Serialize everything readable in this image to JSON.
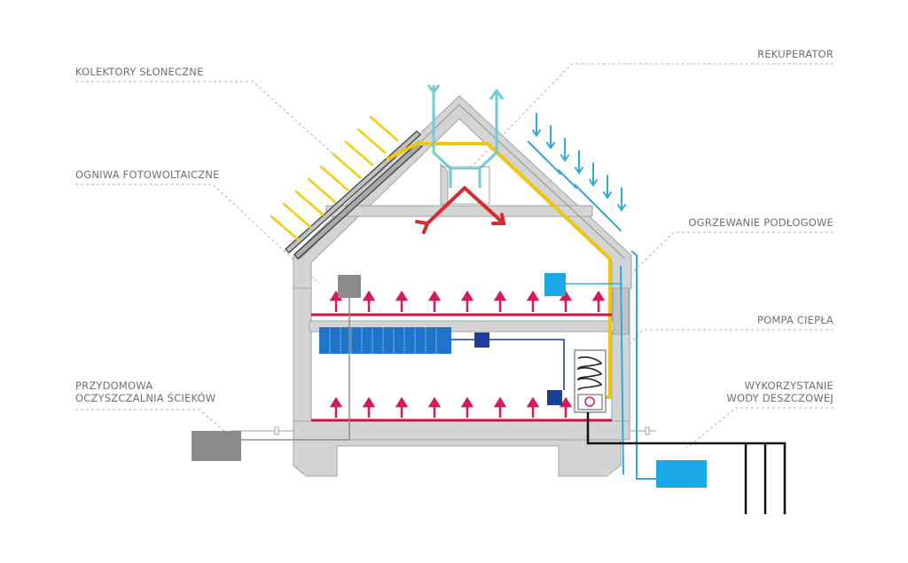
{
  "labels": {
    "solar_collectors": "KOLEKTORY SŁONECZNE",
    "photovoltaic_cells": "OGNIWA FOTOWOLTAICZNE",
    "sewage_plant_line1": "PRZYDOMOWA",
    "sewage_plant_line2": "OCZYSZCZALNIA ŚCIEKÓW",
    "recuperator": "REKUPERATOR",
    "floor_heating": "OGRZEWANIE PODŁOGOWE",
    "heat_pump": "POMPA CIEPŁA",
    "rainwater_line1": "WYKORZYSTANIE",
    "rainwater_line2": "WODY DESZCZOWEJ"
  },
  "colors": {
    "structure": "#d3d5d4",
    "structure_stroke": "#9fa3a2",
    "leader": "#a8a8a8",
    "sun": "#f4cc14",
    "solar_pipe": "#f2c50d",
    "ventilation_cold": "#6fcbd6",
    "ventilation_warm": "#d42b2b",
    "floor_heat": "#d41a5b",
    "floor_slab": "#c9163f",
    "radiator": "#1e74c8",
    "dark_blue": "#1a3f96",
    "rain": "#2fa8e0",
    "rain_tank": "#1aa9e6",
    "sewage_tank": "#8b8b8b",
    "ground_pipe": "#111111"
  }
}
